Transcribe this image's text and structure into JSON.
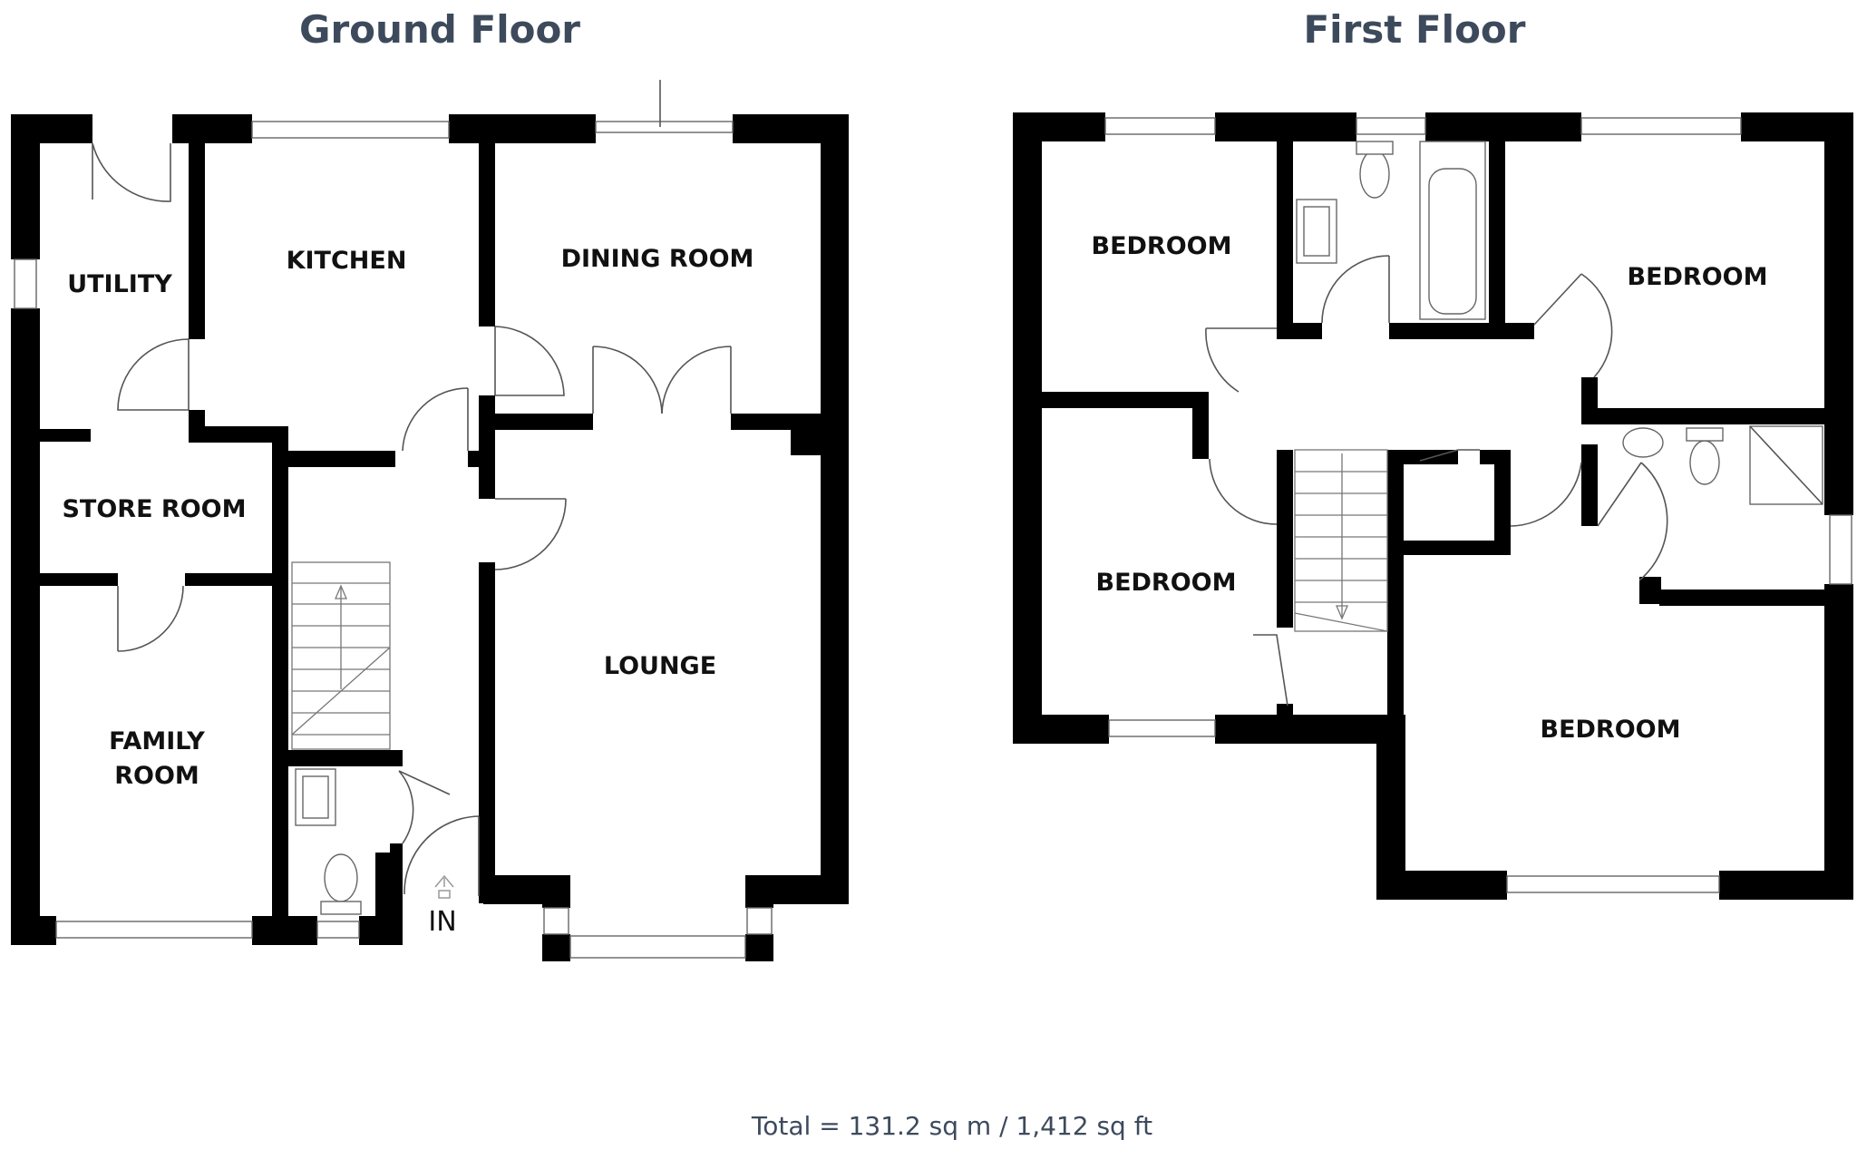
{
  "ground_floor": {
    "title": "Ground Floor",
    "rooms": {
      "utility": "UTILITY",
      "kitchen": "KITCHEN",
      "dining_room": "DINING ROOM",
      "store_room": "STORE ROOM",
      "family_room_line1": "FAMILY",
      "family_room_line2": "ROOM",
      "lounge": "LOUNGE"
    },
    "entrance_label": "IN"
  },
  "first_floor": {
    "title": "First Floor",
    "rooms": {
      "bedroom_top_left": "BEDROOM",
      "bedroom_top_right": "BEDROOM",
      "bedroom_middle_left": "BEDROOM",
      "bedroom_bottom_right": "BEDROOM"
    }
  },
  "footer": {
    "total_area": "Total = 131.2 sq m / 1,412 sq ft"
  },
  "colors": {
    "wall": "#000000",
    "title": "#3d4a5c",
    "background": "#ffffff"
  }
}
